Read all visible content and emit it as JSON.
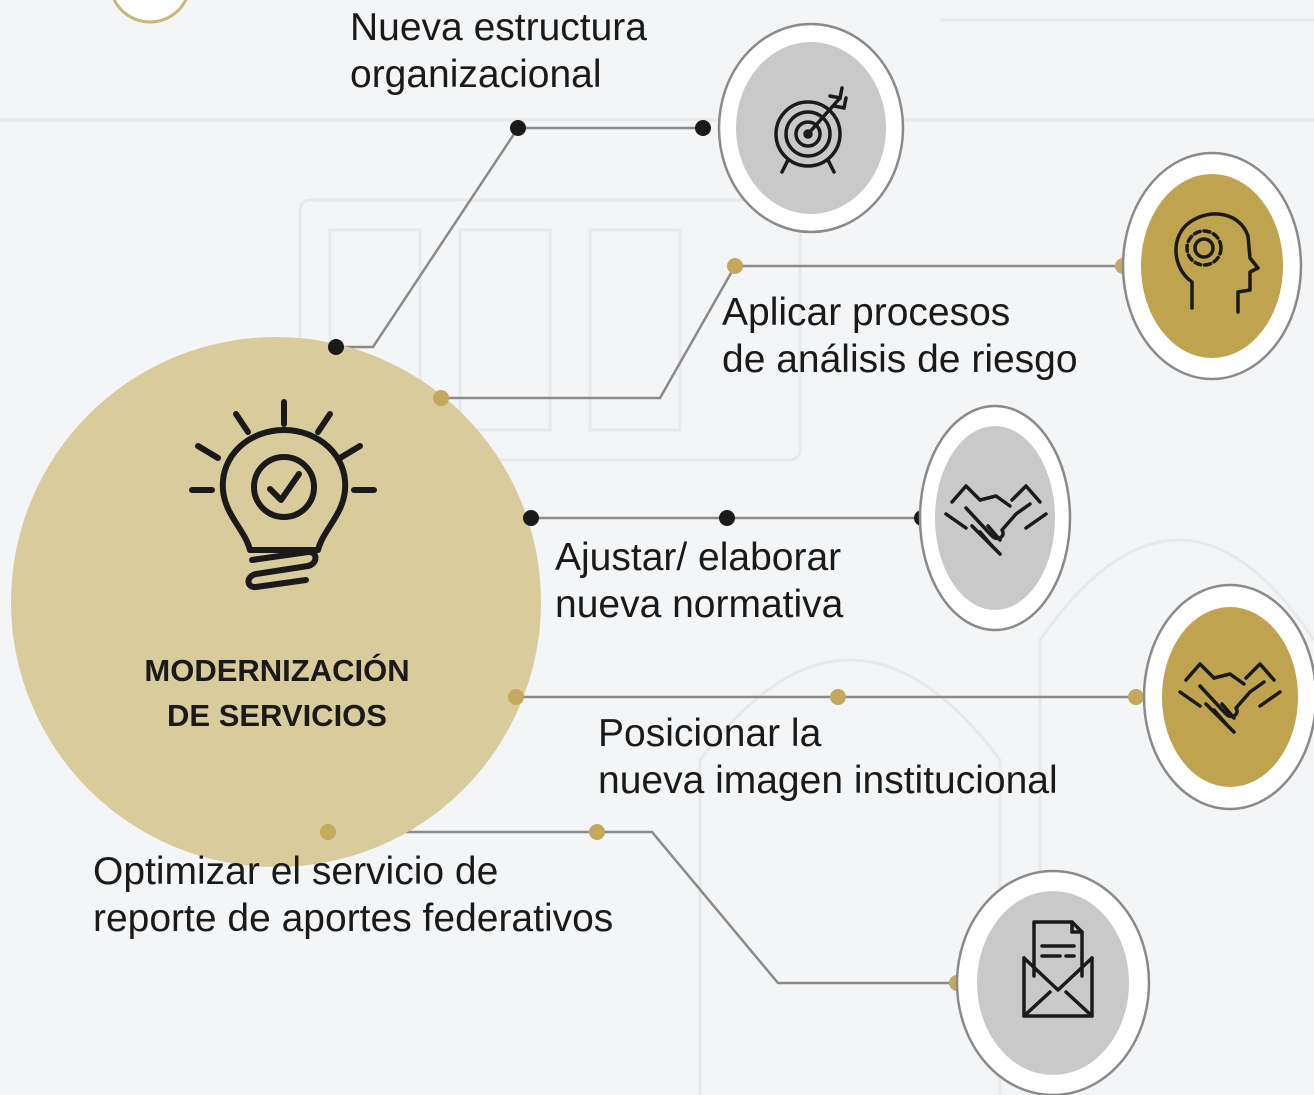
{
  "hub": {
    "title_line1": "MODERNIZACIÓN",
    "title_line2": "DE SERVICIOS",
    "icon": "lightbulb-check-icon"
  },
  "branches": [
    {
      "line1": "Nueva estructura",
      "line2": "organizacional",
      "icon": "target-icon"
    },
    {
      "line1": "Aplicar procesos",
      "line2": "de análisis de riesgo",
      "icon": "head-gear-icon"
    },
    {
      "line1": "Ajustar/ elaborar",
      "line2": "nueva normativa",
      "icon": "handshake-icon"
    },
    {
      "line1": "Posicionar la",
      "line2": "nueva imagen institucional",
      "icon": "handshake-icon"
    },
    {
      "line1": "Optimizar el servicio de",
      "line2": "reporte de aportes federativos",
      "icon": "envelope-document-icon"
    }
  ],
  "colors": {
    "hub_fill": "#d8cc9c",
    "gold": "#bfa34e",
    "grey": "#c9c9c9",
    "dark": "#1a1a1a",
    "line": "#8a8a8a",
    "gold_dot": "#c4a95c"
  }
}
